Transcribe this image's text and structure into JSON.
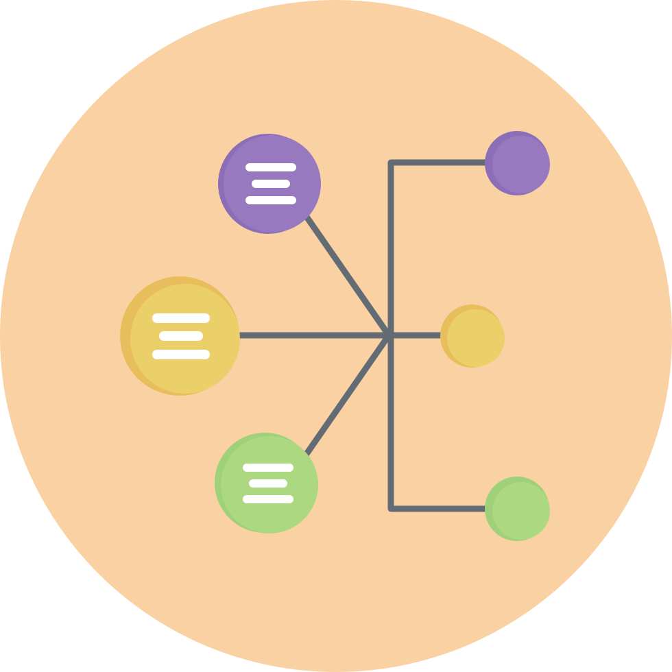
{
  "icon": {
    "name": "network-diagram-icon",
    "colors": {
      "background_circle": "#FAD1A3",
      "connector": "#636B74",
      "purple": "#9878BF",
      "purple_shade": "#8B6DB8",
      "yellow": "#EBD06A",
      "yellow_shade": "#E8BE5C",
      "green": "#ABD880",
      "green_shade": "#9FD07A",
      "text_lines": "#FFFFFF"
    },
    "left_nodes": [
      {
        "name": "purple-text-node",
        "color": "purple",
        "lines": 3
      },
      {
        "name": "yellow-text-node",
        "color": "yellow",
        "lines": 3
      },
      {
        "name": "green-text-node",
        "color": "green",
        "lines": 3
      }
    ],
    "right_nodes": [
      {
        "name": "purple-end-node",
        "color": "purple"
      },
      {
        "name": "yellow-end-node",
        "color": "yellow"
      },
      {
        "name": "green-end-node",
        "color": "green"
      }
    ]
  }
}
